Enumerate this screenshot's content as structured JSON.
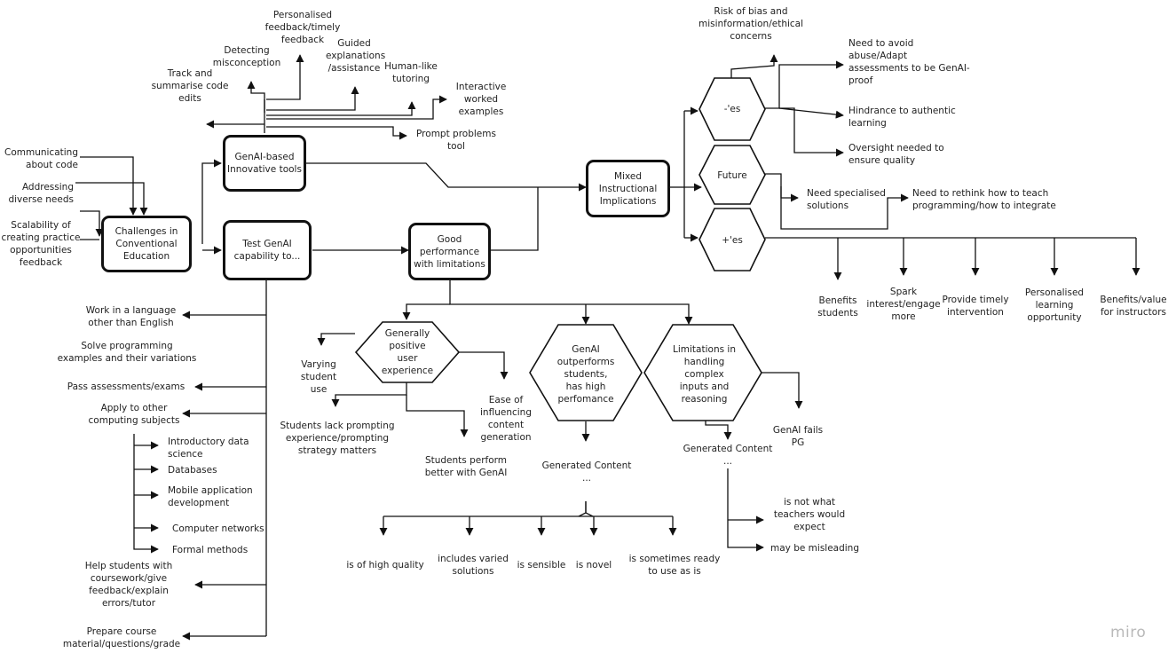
{
  "boxes": {
    "challenges": "Challenges in\nConventional\nEducation",
    "genai_tools": "GenAI-based\nInnovative tools",
    "test_genai": "Test GenAI\ncapability to...",
    "good_performance": "Good\nperformance\nwith limitations",
    "mixed": "Mixed\nInstructional\nImplications"
  },
  "hexagons": {
    "negatives": "-'es",
    "future": "Future",
    "positives": "+'es",
    "generally_positive": "Generally\npositive\nuser\nexperience",
    "outperforms": "GenAI\noutperforms\nstudents,\nhas high\nperfomance",
    "limitations": "Limitations in\nhandling\ncomplex\ninputs and\nreasoning"
  },
  "challenges_inputs": [
    "Communicating\nabout code",
    "Addressing\ndiverse needs",
    "Scalability of\ncreating practice\nopportunities\nfeedback"
  ],
  "tools_items": [
    "Track and\nsummarise code\nedits",
    "Detecting\nmisconception",
    "Personalised\nfeedback/timely\nfeedback",
    "Guided\nexplanations\n/assistance",
    "Human-like\ntutoring",
    "Interactive\nworked\nexamples",
    "Prompt problems\ntool"
  ],
  "test_items": [
    "Work in a language\nother than English",
    "Solve programming\nexamples and their variations",
    "Pass assessments/exams",
    "Apply to other\ncomputing subjects",
    "Help students with\ncoursework/give\nfeedback/explain\nerrors/tutor",
    "Prepare course\nmaterial/questions/grade"
  ],
  "computing_subjects": [
    "Introductory data\nscience",
    "Databases",
    "Mobile application\ndevelopment",
    "Computer networks",
    "Formal methods"
  ],
  "experience_items": [
    "Varying\nstudent\nuse",
    "Students lack prompting\nexperience/prompting\nstrategy matters",
    "Students perform\nbetter with GenAI",
    "Ease of\ninfluencing\ncontent\ngeneration"
  ],
  "generated_content_1": "Generated Content\n...",
  "content_qualities": [
    "is of high quality",
    "includes varied\nsolutions",
    "is sensible",
    "is novel",
    "is sometimes ready\nto use as is"
  ],
  "generated_content_2": "Generated Content\n...",
  "content_issues": [
    "is not what\nteachers would\nexpect",
    "may be misleading"
  ],
  "genai_fails": "GenAI fails\nPG",
  "negative_items": [
    "Risk of bias and\nmisinformation/ethical\nconcerns",
    "Need to avoid\nabuse/Adapt\nassessments to be GenAI-\nproof",
    "Hindrance to authentic\nlearning",
    "Oversight needed to\nensure quality"
  ],
  "future_items": [
    "Need specialised\nsolutions",
    "Need to rethink how to teach\nprogramming/how to integrate"
  ],
  "positive_items": [
    "Benefits\nstudents",
    "Spark\ninterest/engage\nmore",
    "Provide timely\nintervention",
    "Personalised\nlearning\nopportunity",
    "Benefits/value\nfor instructors"
  ],
  "watermark": "miro"
}
